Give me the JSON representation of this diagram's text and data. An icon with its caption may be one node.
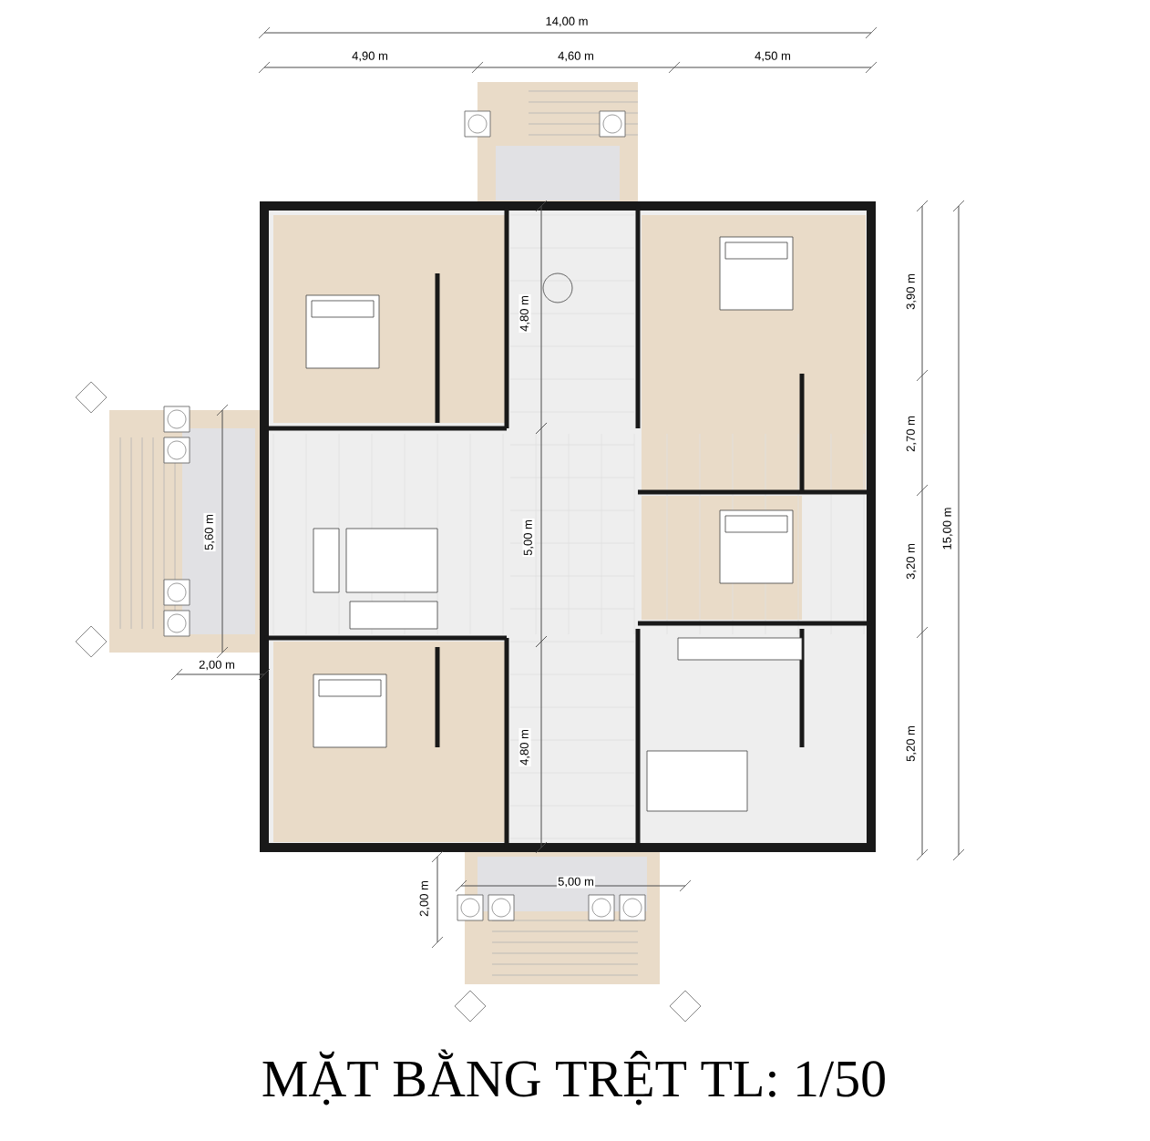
{
  "diagram": {
    "title": "MẶT BẰNG TRỆT TL: 1/50",
    "labels": [
      "14,00 m",
      "4,90 m",
      "4,60 m",
      "4,50 m",
      "4,80 m",
      "3,90 m",
      "2,70 m",
      "5,60 m",
      "5,00 m",
      "3,20 m",
      "15,00 m",
      "2,00 m",
      "4,80 m",
      "5,20 m",
      "2,00 m",
      "5,00 m"
    ]
  }
}
